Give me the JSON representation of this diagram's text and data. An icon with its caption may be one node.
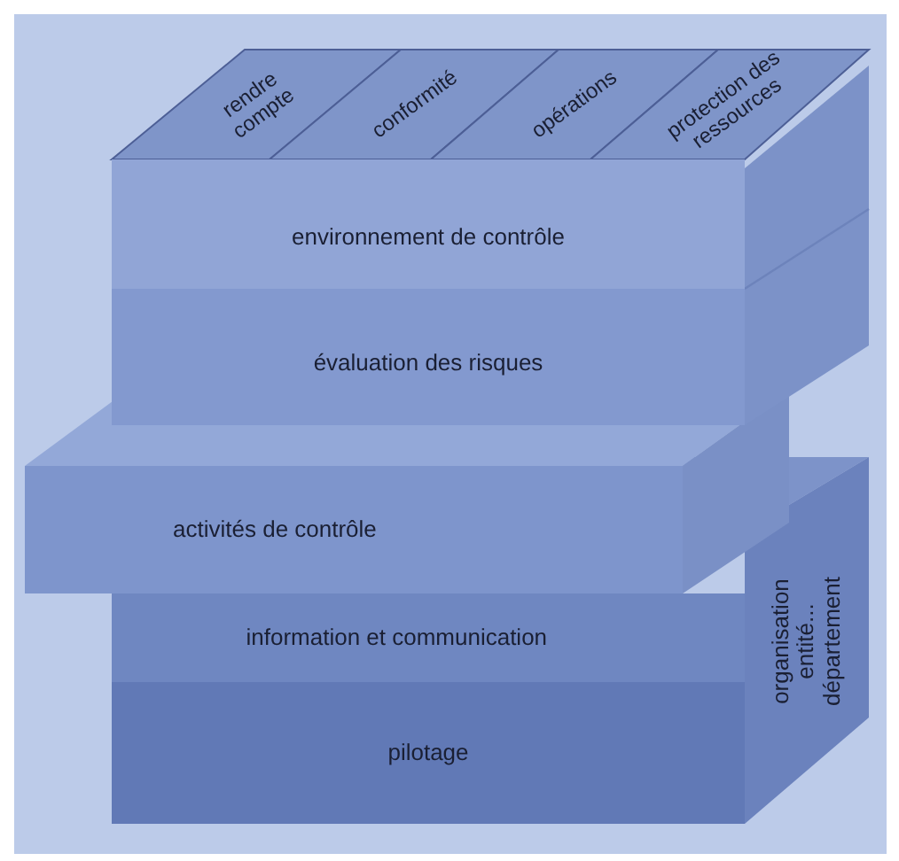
{
  "diagram": {
    "nodes": [
      {
        "text": [
          "rendre compte"
        ]
      },
      {
        "text": [
          "conformité"
        ]
      },
      {
        "text": [
          "opérations"
        ]
      },
      {
        "text": [
          "protection des ressources"
        ]
      },
      {
        "text": [
          "environnement de contrôle"
        ]
      },
      {
        "text": [
          "évaluation des risques"
        ]
      },
      {
        "text": [
          "activités de contrôle"
        ]
      },
      {
        "text": [
          "information et communication"
        ]
      },
      {
        "text": [
          "pilotage"
        ]
      },
      {
        "text": [
          "organisation entité... département"
        ]
      }
    ]
  }
}
